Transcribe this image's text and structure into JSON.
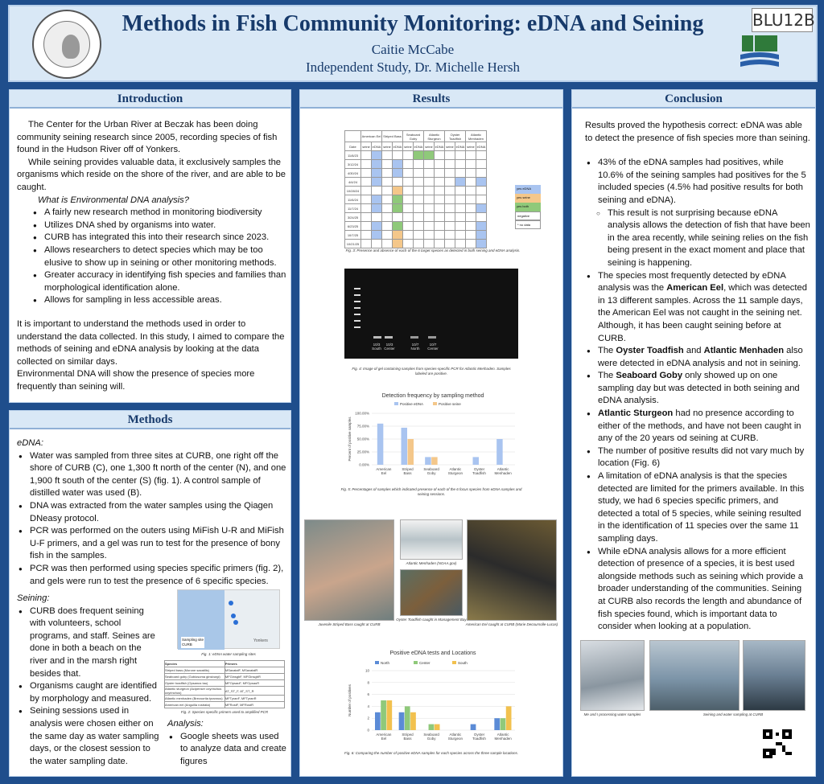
{
  "header": {
    "title": "Methods in Fish Community Monitoring: eDNA and Seining",
    "author": "Caitie McCabe",
    "affiliation": "Independent Study, Dr. Michelle Hersh",
    "badge": "BLU12B"
  },
  "intro": {
    "heading": "Introduction",
    "p1": "The Center for the Urban River at Beczak has been doing community seining research since 2005, recording species of fish found in the Hudson River off of Yonkers.",
    "p2": "While seining provides valuable data, it exclusively samples the organisms which reside on the shore of the river, and are able to be caught.",
    "q": "What is Environmental DNA analysis?",
    "bullets": [
      " A fairly new research method in monitoring biodiversity",
      "Utilizes DNA shed by organisms into water.",
      "CURB has integrated this into their research since 2023.",
      "Allows researchers to detect species which may be too elusive to show up in seining or other monitoring methods.",
      "Greater accuracy in identifying fish species and families than morphological identification alone.",
      "Allows for sampling in less accessible areas."
    ],
    "p3": "It is important to understand the methods used in order to understand the data collected. In this study, I aimed to compare the methods of seining and eDNA analysis by looking at the data collected on similar days.",
    "p4": "Environmental DNA will show the presence of species more frequently than seining will."
  },
  "methods": {
    "heading": "Methods",
    "edna_label": "eDNA:",
    "edna": [
      "Water was sampled from three sites at CURB, one right off the shore of CURB (C), one 1,300 ft north of the center (N), and one 1,900 ft south of the center (S) (fig. 1). A control sample of distilled water was used (B).",
      "DNA was extracted from the water samples using the Qiagen DNeasy protocol.",
      "PCR was performed on the outers using MiFish U-R and MiFish U-F primers, and a gel was run to test for the presence of bony fish in the samples.",
      "PCR was then performed using species specific primers (fig. 2), and gels were run to test the presence of 6 specific species."
    ],
    "seining_label": "Seining:",
    "seining": [
      "CURB does frequent seining with volunteers, school programs, and staff. Seines are done in both a beach on the river and in the marsh right besides that.",
      "Organisms caught are identified by morphology and measured.",
      "Seining sessions used in analysis were chosen either on the same day as water sampling days, or the closest session to the water sampling date."
    ],
    "analysis_label": "Analysis:",
    "analysis": [
      "Google sheets was used to analyze data and create figures"
    ],
    "fig1_caption": "Fig. 1: eDNA water sampling sites",
    "fig2_caption": "Fig. 2: Species specific primers used to amplified PCR",
    "map_legend": [
      "Sampling site",
      "CURB"
    ],
    "map_place": "Yonkers",
    "primer_table": {
      "headers": [
        "Species",
        "Primers"
      ],
      "rows": [
        [
          "Striped bass (Morone saxatilis)",
          "MSaxatalF, MSaxatalR"
        ],
        [
          "Seaboard goby (Gobiosoma ginsburgi)",
          "MFGinsgbF, MFGinsgbR"
        ],
        [
          "Oyster toadfish (Opsanus tau)",
          "MFOpsauF, MFOpsauR"
        ],
        [
          "Atlantic sturgeon (Acipenser oxyrinchus oxyrinchus)",
          "AT_ST_F, AT_ST_R"
        ],
        [
          "Atlantic menhaden (Brevoortia tyrannus)",
          "MFTyranF, MFTyranR"
        ],
        [
          "American eel (Anguilla rostrata)",
          "MFRostF, MFRostR"
        ]
      ]
    }
  },
  "results": {
    "heading": "Results",
    "fig3_caption": "Fig. 3: Presence and absence of each of the 6 target species as detected in both seining and eDNA analysis.",
    "fig4_caption": "Fig. 4: Image of gel containing samples from species-specific PCR for Atlantic Menhaden. Samples labeled are positive.",
    "fig5_caption": "Fig. 5: Percentages of samples which indicated presence of each of the 6 focus species from eDNA samples and seining sessions.",
    "fig6_caption": "Fig. 6: Comparing the number of positive eDNA samples for each species across the three sample locations.",
    "presence_table": {
      "species": [
        "American Eel",
        "Striped Bass",
        "Seaboard Goby",
        "Atlantic Sturgeon",
        "Oyster Toadfish",
        "Atlantic Menhaden"
      ],
      "method_cols": [
        "seine",
        "eDNA"
      ],
      "date_label": "Date",
      "dates": [
        "11/8/23",
        "3/12/24",
        "4/30/24",
        "4/4/24",
        "10/28/24",
        "11/6/24",
        "11/7/24",
        "3/24/25",
        "6/23/25",
        "10/7/25",
        "10/21/25"
      ]
    },
    "presence_legend": [
      "yes eDNA",
      "yes seine",
      "yes both",
      "negative",
      "* no data"
    ],
    "gel_labels": [
      [
        "10/3",
        "South"
      ],
      [
        "10/3",
        "Center"
      ],
      [
        "10/7",
        "North"
      ],
      [
        "10/7",
        "Center"
      ]
    ],
    "photo_captions": [
      "Juvenile Striped Bass caught at CURB",
      "Atlantic Menhaden (NOAA.gov)",
      "Oyster Toadfish caught in Management Bay",
      "American Eel caught at CURB (Marie Decoursolle-Lucas)"
    ],
    "chart_data": [
      {
        "type": "bar",
        "title": "Detection frequency by sampling method",
        "ylabel": "Percent of positive samples",
        "categories": [
          "American Eel",
          "Striped Bass",
          "Seaboard Goby",
          "Atlantic Sturgeon",
          "Oyster Toadfish",
          "Atlantic Menhaden"
        ],
        "series": [
          {
            "name": "Positive eDNA",
            "values": [
              80,
              72,
              15,
              0,
              15,
              50
            ],
            "color": "#a9c4f0"
          },
          {
            "name": "Positive seine",
            "values": [
              0,
              50,
              15,
              0,
              0,
              0
            ],
            "color": "#f4c78a"
          }
        ],
        "yticks": [
          "0.00%",
          "25.00%",
          "50.00%",
          "75.00%",
          "100.00%"
        ],
        "ylim": [
          0,
          100
        ]
      },
      {
        "type": "bar",
        "title": "Positive eDNA tests and Locations",
        "ylabel": "Number of positives",
        "categories": [
          "American Eel",
          "Striped Bass",
          "Seaboard Goby",
          "Atlantic Sturgeon",
          "Oyster Toadfish",
          "Atlantic Menhaden"
        ],
        "series": [
          {
            "name": "North",
            "values": [
              3,
              3,
              0,
              0,
              1,
              2
            ],
            "color": "#5b8bd6"
          },
          {
            "name": "Center",
            "values": [
              5,
              4,
              1,
              0,
              0,
              2
            ],
            "color": "#8fc97a"
          },
          {
            "name": "South",
            "values": [
              5,
              3,
              1,
              0,
              0,
              4
            ],
            "color": "#f2c14e"
          }
        ],
        "yticks": [
          "0",
          "2",
          "4",
          "6",
          "8",
          "10"
        ],
        "ylim": [
          0,
          10
        ]
      }
    ]
  },
  "conclusion": {
    "heading": "Conclusion",
    "intro": "Results proved the hypothesis correct: eDNA was able to detect the presence of fish species more than seining.",
    "b1": "43% of the eDNA samples had positives, while 10.6% of the seining samples had positives for the 5 included species (4.5% had positive results for both seining and eDNA).",
    "b1sub": "This result is not surprising because eDNA analysis allows the detection of fish that have been in the area recently, while seining relies on the fish being present in the exact moment and place that seining is happening.",
    "b2a": "The species most frequently detected by eDNA analysis was the ",
    "b2b": "American Eel",
    "b2c": ", which was detected in 13 different samples. Across the 11 sample days, the American Eel was not caught in the seining net. Although, it has been caught seining before at CURB.",
    "b3a": "The ",
    "b3b": "Oyster Toadfish",
    "b3c": " and ",
    "b3d": "Atlantic Menhaden",
    "b3e": " also were detected in eDNA analysis and not in seining.",
    "b4a": "The ",
    "b4b": "Seaboard Goby",
    "b4c": " only showed up on one sampling day but was detected in both seining and eDNA analysis.",
    "b5a": "Atlantic Sturgeon",
    "b5b": " had no presence according to either of the methods, and have not been caught in any of the 20 years od seining at CURB.",
    "b6": "The number of positive results did not vary much by location (Fig. 6)",
    "b7": "A limitation of eDNA analysis is that the species detected are limited for the primers available. In this study, we had 6 species specific primers, and detected a total of 5 species, while seining resulted in the identification of 11 species over the same 11 sampling days.",
    "b8": "While eDNA analysis allows for a more efficient detection of presence of a species, it is best used alongside methods such as seining which provide a broader understanding of the communities. Seining at CURB also records the length and abundance of fish species found, which is important data to consider when looking at a population.",
    "photo_caption1": "Me and I processing water samples",
    "photo_caption2": "Seining and water sampling at CURB"
  }
}
